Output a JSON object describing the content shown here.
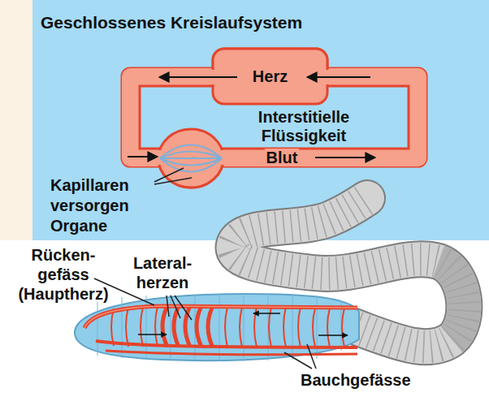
{
  "diagram": {
    "title": "Geschlossenes Kreislaufsystem",
    "nodes": [
      {
        "text": [
          "Herz"
        ]
      }
    ],
    "labels": [
      "Interstitielle Flüssigkeit",
      "Blut",
      "Kapillaren versorgen Organe",
      "Rücken- gefäss (Hauptherz)",
      "Lateral- herzen",
      "Bauchgefässe"
    ]
  }
}
